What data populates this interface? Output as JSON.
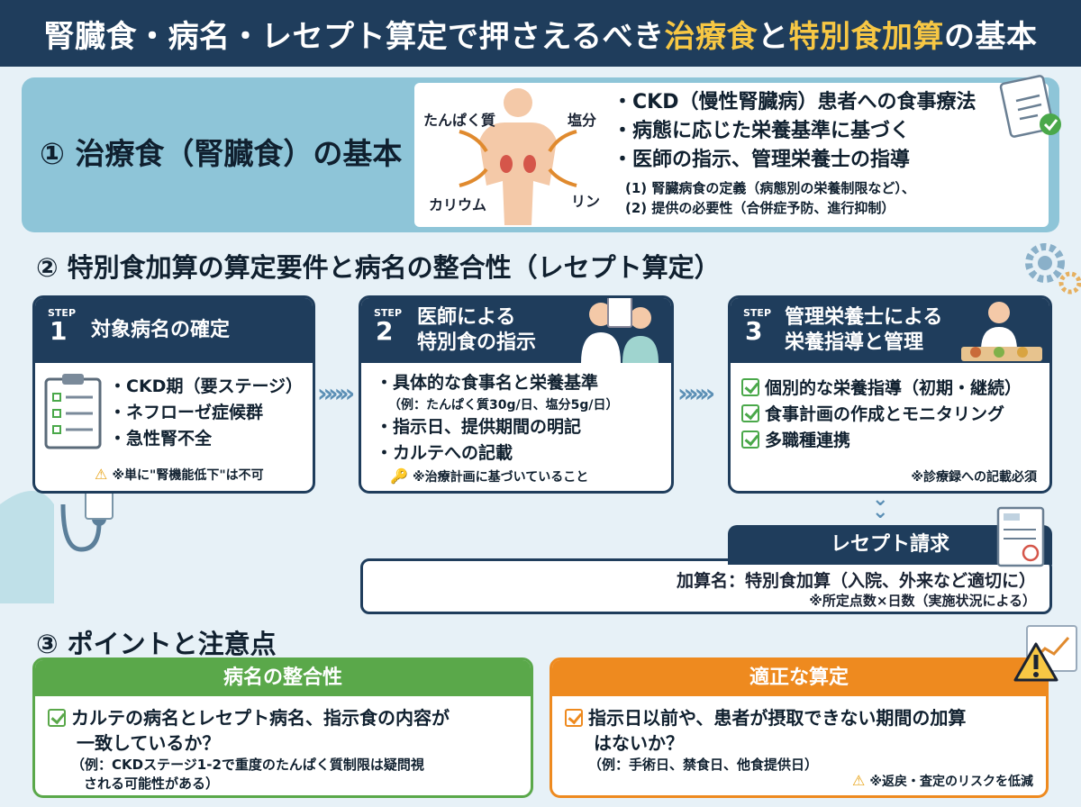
{
  "header": {
    "title_pre": "腎臓食・病名・レセプト算定で押さえるべき",
    "title_hl1": "治療食",
    "title_mid": "と",
    "title_hl2": "特別食加算",
    "title_post": "の基本",
    "accent": "#f7c744",
    "bg": "#1f3d5c"
  },
  "section1": {
    "title": "① 治療食（腎臓食）の基本",
    "figure_labels": {
      "protein": "たんぱく質",
      "salt": "塩分",
      "potassium": "カリウム",
      "phosphorus": "リン"
    },
    "bullets": [
      "・CKD（慢性腎臓病）患者への食事療法",
      "・病態に応じた栄養基準に基づく",
      "・医師の指示、管理栄養士の指導"
    ],
    "sub_items": [
      "(1) 腎臓病食の定義（病態別の栄養制限など）、",
      "(2) 提供の必要性（合併症予防、進行抑制）"
    ]
  },
  "section2": {
    "title": "② 特別食加算の算定要件と病名の整合性（レセプト算定）",
    "steps": [
      {
        "label": "STEP",
        "num": "1",
        "title_l1": "対象病名の確定",
        "title_l2": "",
        "items": [
          "・CKD期（要ステージ）",
          "・ネフローゼ症候群",
          "・急性腎不全"
        ],
        "footer": "※単に\"腎機能低下\"は不可"
      },
      {
        "label": "STEP",
        "num": "2",
        "title_l1": "医師による",
        "title_l2": "特別食の指示",
        "items": [
          "・具体的な食事名と栄養基準",
          "・指示日、提供期間の明記",
          "・カルテへの記載"
        ],
        "note": "（例：たんぱく質30g/日、塩分5g/日）",
        "footer": "※治療計画に基づいていること"
      },
      {
        "label": "STEP",
        "num": "3",
        "title_l1": "管理栄養士による",
        "title_l2": "栄養指導と管理",
        "items": [
          "個別的な栄養指導（初期・継続）",
          "食事計画の作成とモニタリング",
          "多職種連携"
        ],
        "footer": "※診療録への記載必須"
      }
    ],
    "arrow": "»»»",
    "receipt": {
      "title": "レセプト請求",
      "line1": "加算名：特別食加算（入院、外来など適切に）",
      "line2": "※所定点数×日数（実施状況による）"
    }
  },
  "section3": {
    "title": "③ ポイントと注意点",
    "left": {
      "title": "病名の整合性",
      "color": "#5aa84a",
      "main_l1": "カルテの病名とレセプト病名、指示食の内容が",
      "main_l2": "一致しているか？",
      "sub_l1": "（例：CKDステージ1-2で重度のたんぱく質制限は疑問視",
      "sub_l2": "される可能性がある）"
    },
    "right": {
      "title": "適正な算定",
      "color": "#ee8a1f",
      "main_l1": "指示日以前や、患者が摂取できない期間の加算",
      "main_l2": "はないか？",
      "sub_l1": "（例：手術日、禁食日、他食提供日）",
      "footer": "※返戻・査定のリスクを低減"
    }
  }
}
